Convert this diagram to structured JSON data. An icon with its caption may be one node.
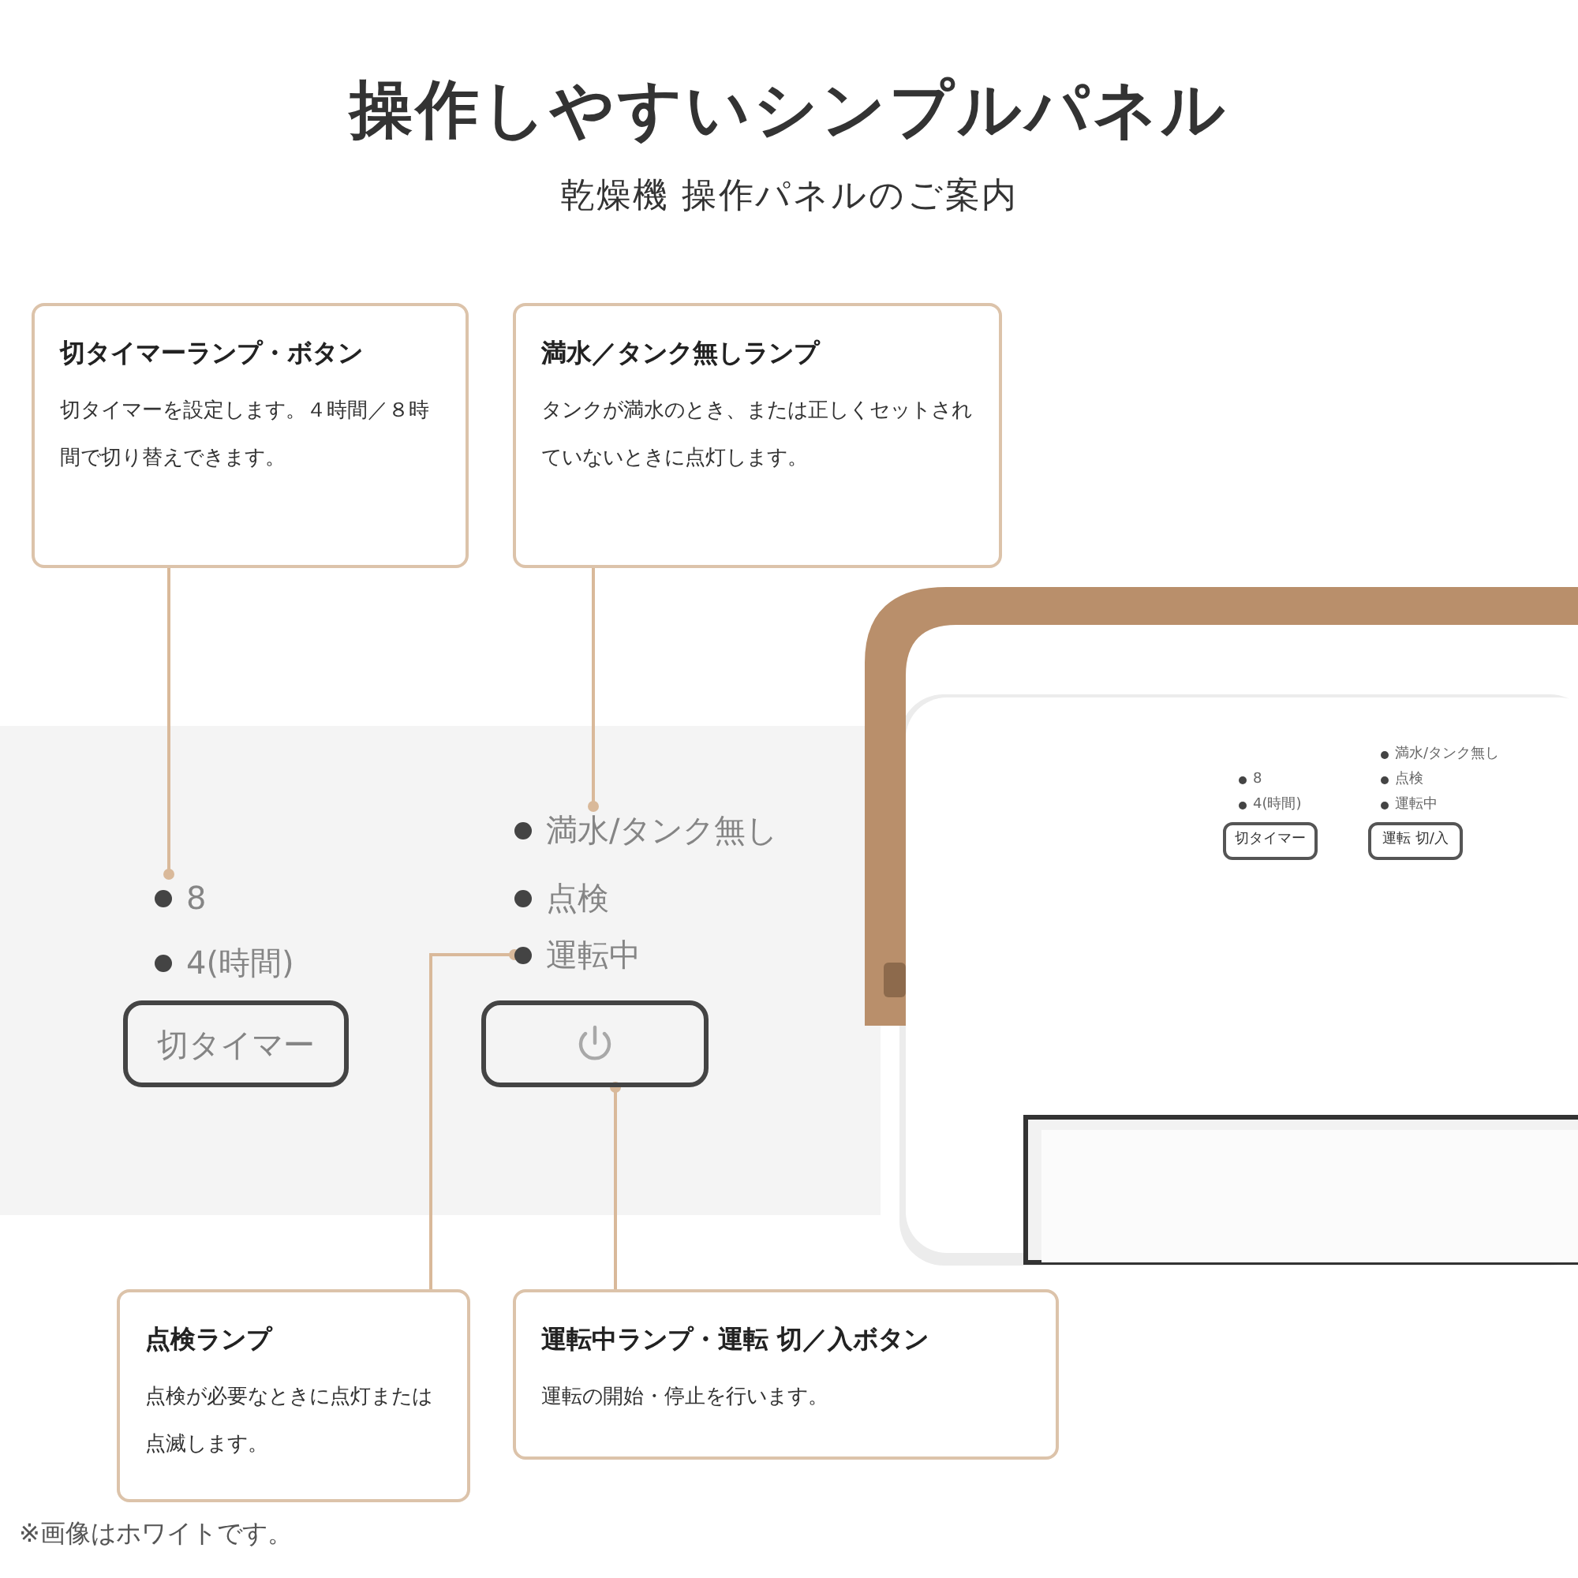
{
  "diagram": {
    "title": "操作しやすいシンプルパネル",
    "nodes": [
      {
        "text": [
          "切タイマーランプ・ボタン",
          "切タイマーを設定します。４時間／８時間で切り替えできます。"
        ]
      },
      {
        "text": [
          "満水／タンク無しランプ",
          "タンクが満水のとき、または正しくセットされていないときに点灯します。"
        ]
      },
      {
        "text": [
          "満水/タンク無し"
        ]
      },
      {
        "text": [
          "8"
        ]
      },
      {
        "text": [
          "点検"
        ]
      },
      {
        "text": [
          "4(時間)"
        ]
      },
      {
        "text": [
          "運転中"
        ]
      },
      {
        "text": [
          "切タイマー"
        ]
      },
      {
        "text": [],
        "shape": "box"
      },
      {
        "text": [
          "点検ランプ",
          "点検が必要なときに点灯または点滅します。"
        ]
      },
      {
        "text": [
          "運転中ランプ・運転 切／入ボタン",
          "運転の開始・停止を行います。"
        ]
      },
      {
        "text": [
          "切タイマー"
        ]
      },
      {
        "text": [
          "運転 切/入"
        ]
      }
    ],
    "edges": [
      {
        "from": 0,
        "to": 3,
        "arrow": "other"
      },
      {
        "from": 1,
        "to": 2,
        "arrow": "other"
      },
      {
        "from": 9,
        "to": 6,
        "arrow": "other"
      },
      {
        "from": 10,
        "to": 8,
        "arrow": "other"
      }
    ],
    "labels": [
      "乾燥機 操作パネルのご案内",
      "満水/タンク無し",
      "8",
      "点検",
      "4(時間)",
      "運転中",
      "※画像はホワイトです。"
    ]
  }
}
